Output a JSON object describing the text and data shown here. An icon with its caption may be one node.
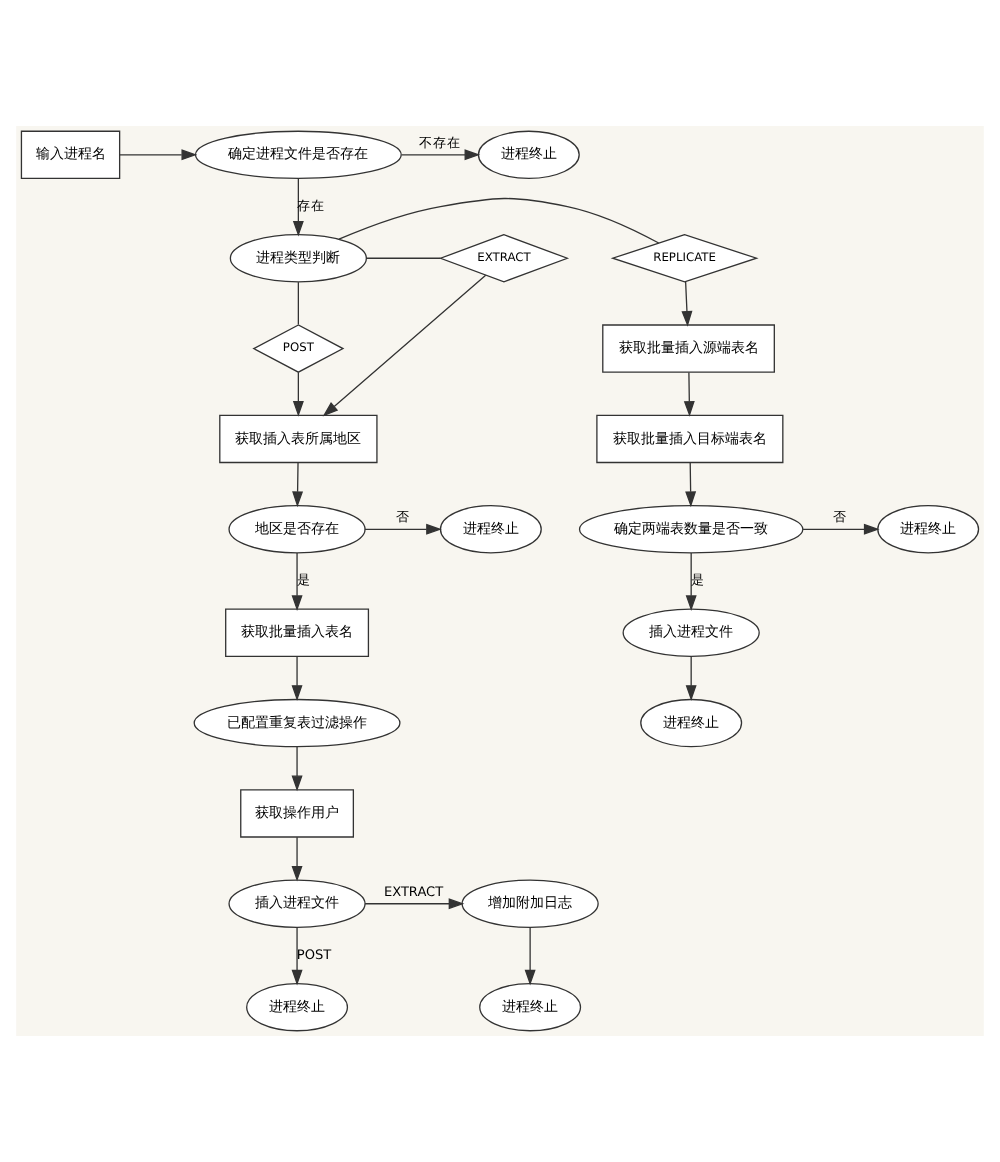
{
  "diagram": {
    "nodes": [
      {
        "text": [
          "输入进程名"
        ]
      },
      {
        "text": [
          "确定进程文件是否存在"
        ]
      },
      {
        "text": [
          "进程终止"
        ]
      },
      {
        "text": [
          "EXTRACT"
        ]
      },
      {
        "text": [
          "进程类型判断"
        ]
      },
      {
        "text": [
          "REPLICATE"
        ]
      },
      {
        "text": [
          "POST"
        ]
      },
      {
        "text": [
          "获取批量插入源端表名"
        ]
      },
      {
        "text": [
          "获取插入表所属地区"
        ]
      },
      {
        "text": [
          "获取批量插入目标端表名"
        ]
      },
      {
        "text": [
          "进程终止"
        ]
      },
      {
        "text": [
          "地区是否存在"
        ]
      },
      {
        "text": [
          "确定两端表数量是否一致"
        ]
      },
      {
        "text": [
          "进程终止"
        ]
      },
      {
        "text": [
          "获取批量插入表名"
        ]
      },
      {
        "text": [
          "插入进程文件"
        ]
      },
      {
        "text": [
          "已配置重复表过滤操作"
        ]
      },
      {
        "text": [
          "进程终止"
        ]
      },
      {
        "text": [
          "获取操作用户"
        ]
      },
      {
        "text": [
          "增加附加日志"
        ]
      },
      {
        "text": [
          "插入进程文件"
        ]
      },
      {
        "text": [
          "进程终止"
        ]
      },
      {
        "text": [
          "进程终止"
        ]
      }
    ],
    "edges": [
      {
        "from": 0,
        "to": 1,
        "arrow": "to"
      },
      {
        "from": 1,
        "to": 2,
        "arrow": "to",
        "label": "不存在"
      },
      {
        "from": 1,
        "to": 4,
        "arrow": "to",
        "label": "存在"
      },
      {
        "from": 4,
        "to": 3,
        "arrow": "none"
      },
      {
        "from": 4,
        "to": 6,
        "arrow": "none"
      },
      {
        "from": 4,
        "to": 5,
        "arrow": "none"
      },
      {
        "from": 3,
        "to": 8,
        "arrow": "to"
      },
      {
        "from": 6,
        "to": 8,
        "arrow": "to"
      },
      {
        "from": 5,
        "to": 7,
        "arrow": "to"
      },
      {
        "from": 7,
        "to": 9,
        "arrow": "to"
      },
      {
        "from": 8,
        "to": 11,
        "arrow": "to"
      },
      {
        "from": 11,
        "to": 10,
        "arrow": "to",
        "label": "否"
      },
      {
        "from": 11,
        "to": 14,
        "arrow": "to",
        "label": "是"
      },
      {
        "from": 9,
        "to": 12,
        "arrow": "to"
      },
      {
        "from": 12,
        "to": 13,
        "arrow": "to",
        "label": "否"
      },
      {
        "from": 12,
        "to": 15,
        "arrow": "to",
        "label": "是"
      },
      {
        "from": 15,
        "to": 17,
        "arrow": "to"
      },
      {
        "from": 14,
        "to": 16,
        "arrow": "to"
      },
      {
        "from": 16,
        "to": 18,
        "arrow": "to"
      },
      {
        "from": 18,
        "to": 20,
        "arrow": "to"
      },
      {
        "from": 20,
        "to": 19,
        "arrow": "to",
        "label": "EXTRACT"
      },
      {
        "from": 20,
        "to": 22,
        "arrow": "to",
        "label": "POST"
      },
      {
        "from": 19,
        "to": 21,
        "arrow": "to"
      }
    ]
  }
}
